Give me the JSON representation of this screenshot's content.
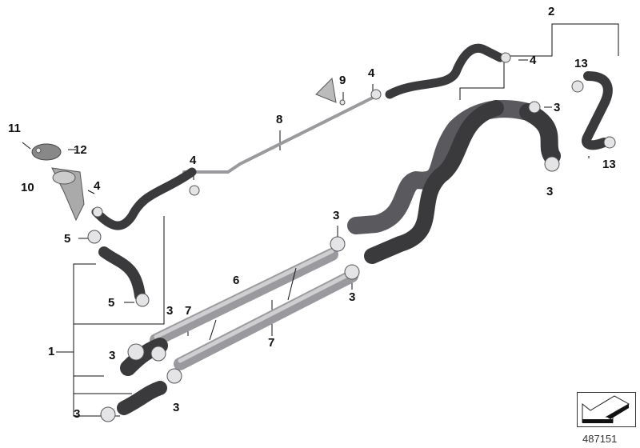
{
  "diagram_id": "487151",
  "callouts": [
    {
      "id": "c2",
      "text": "2"
    },
    {
      "id": "c4a",
      "text": "4"
    },
    {
      "id": "c13a",
      "text": "13"
    },
    {
      "id": "c3a",
      "text": "3"
    },
    {
      "id": "c3b",
      "text": "3"
    },
    {
      "id": "c13b",
      "text": "13"
    },
    {
      "id": "c9",
      "text": "9"
    },
    {
      "id": "c4b",
      "text": "4"
    },
    {
      "id": "c8",
      "text": "8"
    },
    {
      "id": "c11",
      "text": "11"
    },
    {
      "id": "c12",
      "text": "12"
    },
    {
      "id": "c4c",
      "text": "4"
    },
    {
      "id": "c10",
      "text": "10"
    },
    {
      "id": "c4d",
      "text": "4"
    },
    {
      "id": "c5a",
      "text": "5"
    },
    {
      "id": "c3c",
      "text": "3"
    },
    {
      "id": "c6",
      "text": "6"
    },
    {
      "id": "c3d",
      "text": "3"
    },
    {
      "id": "c5b",
      "text": "5"
    },
    {
      "id": "c7a",
      "text": "7"
    },
    {
      "id": "c3e",
      "text": "3"
    },
    {
      "id": "c3f",
      "text": "3"
    },
    {
      "id": "c1",
      "text": "1"
    },
    {
      "id": "c7b",
      "text": "7"
    },
    {
      "id": "c3g",
      "text": "3"
    },
    {
      "id": "c3h",
      "text": "3"
    }
  ]
}
